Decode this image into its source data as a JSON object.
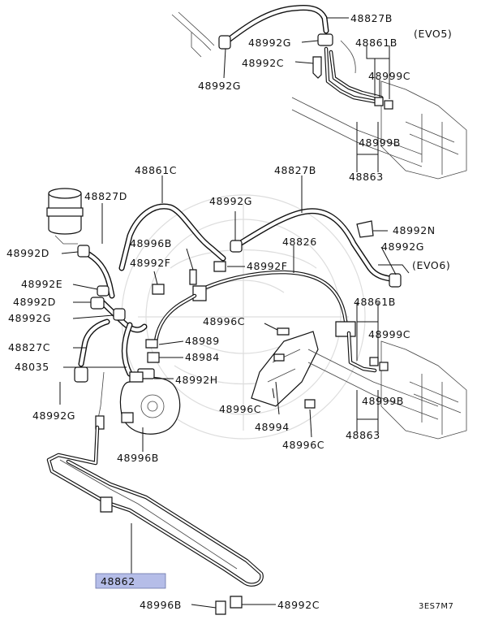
{
  "labels": {
    "l48827b_top": "48827B",
    "l48992g_top1": "48992G",
    "l48992c_top": "48992C",
    "l48992g_top2": "48992G",
    "l48861b_top": "48861B",
    "l48999c_top": "48999C",
    "l48999b_top": "48999B",
    "l48863_top": "48863",
    "evo5": "(EVO5)",
    "l48861c": "48861C",
    "l48827b_mid": "48827B",
    "l48827d": "48827D",
    "l48992g_mid": "48992G",
    "l48992n": "48992N",
    "l48992d_1": "48992D",
    "l48996b_mid": "48996B",
    "l48826": "48826",
    "l48992g_right": "48992G",
    "evo6": "(EVO6)",
    "l48992f_left": "48992F",
    "l48992f_right": "48992F",
    "l48992e": "48992E",
    "l48992d_2": "48992D",
    "l48861b_mid": "48861B",
    "l48992g_left": "48992G",
    "l48996c_1": "48996C",
    "l48999c_mid": "48999C",
    "l48989": "48989",
    "l48827c": "48827C",
    "l48984": "48984",
    "l48035": "48035",
    "l48992h": "48992H",
    "l48999b_mid": "48999B",
    "l48992g_low": "48992G",
    "l48996c_2": "48996C",
    "l48994": "48994",
    "l48863_mid": "48863",
    "l48996c_3": "48996C",
    "l48996b_low": "48996B",
    "l48862": "48862",
    "l48996b_bottom": "48996B",
    "l48992c_bottom": "48992C",
    "diagram_code": "3ES7M7"
  },
  "colors": {
    "highlight": "#b5bde8",
    "line": "#111111",
    "watermark": "#dddddd"
  }
}
